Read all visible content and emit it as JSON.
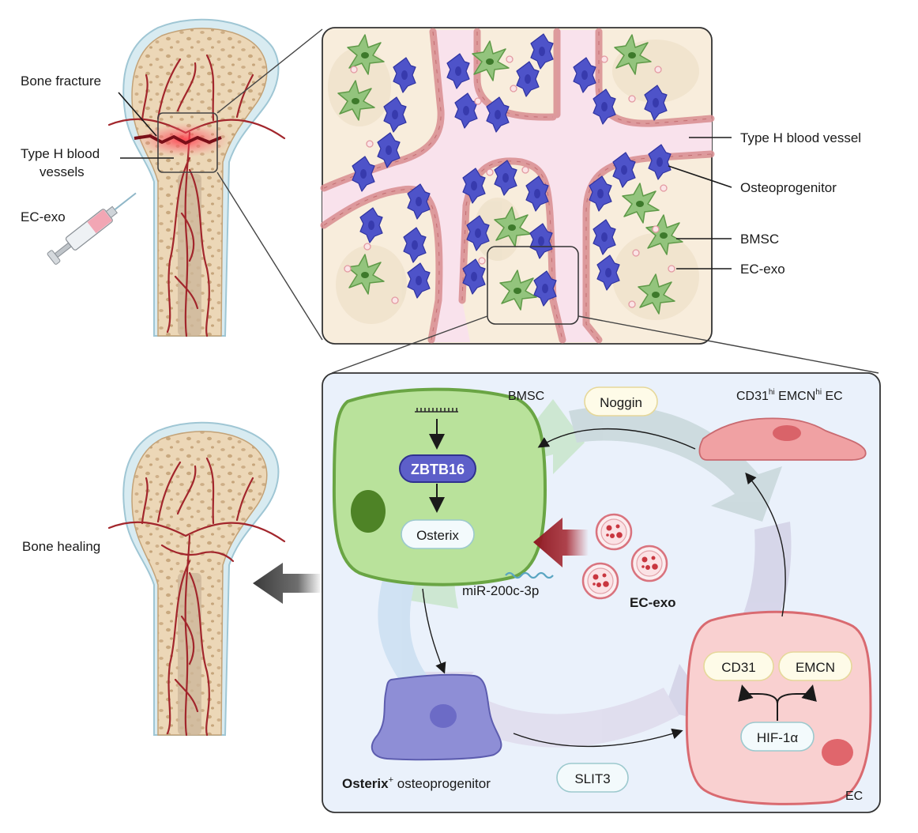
{
  "top_labels": {
    "bone_fracture": "Bone fracture",
    "type_h_line1": "Type H blood",
    "type_h_line2": "vessels",
    "ec_exo_syringe": "EC-exo"
  },
  "inset_legend": {
    "vessel": "Type H blood vessel",
    "osteoprogenitor": "Osteoprogenitor",
    "bmsc": "BMSC",
    "ec_exo": "EC-exo"
  },
  "bottom_left": {
    "bone_healing": "Bone healing"
  },
  "mechanism": {
    "bmsc_label": "BMSC",
    "noggin": "Noggin",
    "ec_top_a": "CD31",
    "ec_top_sup1": "hi",
    "ec_top_b": " EMCN",
    "ec_top_sup2": "hi",
    "ec_top_c": " EC",
    "zbtb16": "ZBTB16",
    "osterix": "Osterix",
    "mirna": "miR-200c-3p",
    "ec_exo": "EC-exo",
    "cd31": "CD31",
    "emcn": "EMCN",
    "hif": "HIF-1α",
    "slit3": "SLIT3",
    "osteo_bold": "Osterix",
    "osteo_sup": "+",
    "osteo_rest": " osteoprogenitor",
    "ec_label": "EC"
  },
  "colors": {
    "bone": "#e9d3b3",
    "cartilage": "#b9dde8",
    "vessel": "#a2262c",
    "bmsc_green": "#8fc26a",
    "osteoprogenitor_purple": "#5256c8",
    "ec_pink": "#f3a4a4",
    "panel_bg": "#eaf1fb"
  }
}
